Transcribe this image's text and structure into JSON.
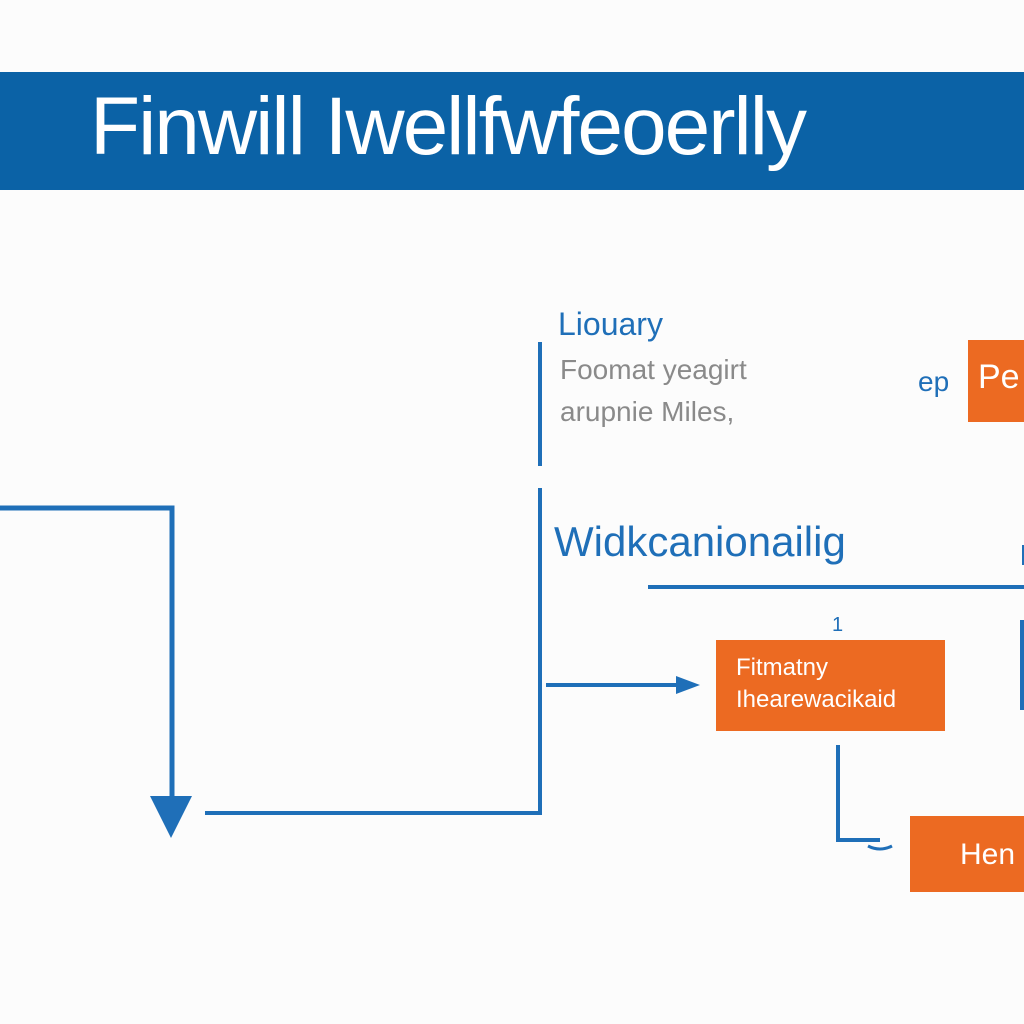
{
  "header": {
    "title": "Finwill Iwellfwfeoerlly"
  },
  "labels": {
    "library_title": "Liouary",
    "library_line1": "Foomat yeagirt",
    "library_line2": "arupnie Miles,",
    "side_tag": "ep",
    "section_title": "Widkcanionailig",
    "small_mark": "1"
  },
  "boxes": {
    "top_right": "Pe",
    "middle_line1": "Fitmatny",
    "middle_line2": "Ihearewacikaid",
    "bottom": "Hen"
  },
  "colors": {
    "primary_blue": "#0b62a6",
    "line_blue": "#1f6fb8",
    "accent_orange": "#ec6a22",
    "text_grey": "#8a8a8a",
    "background": "#fcfcfc"
  }
}
